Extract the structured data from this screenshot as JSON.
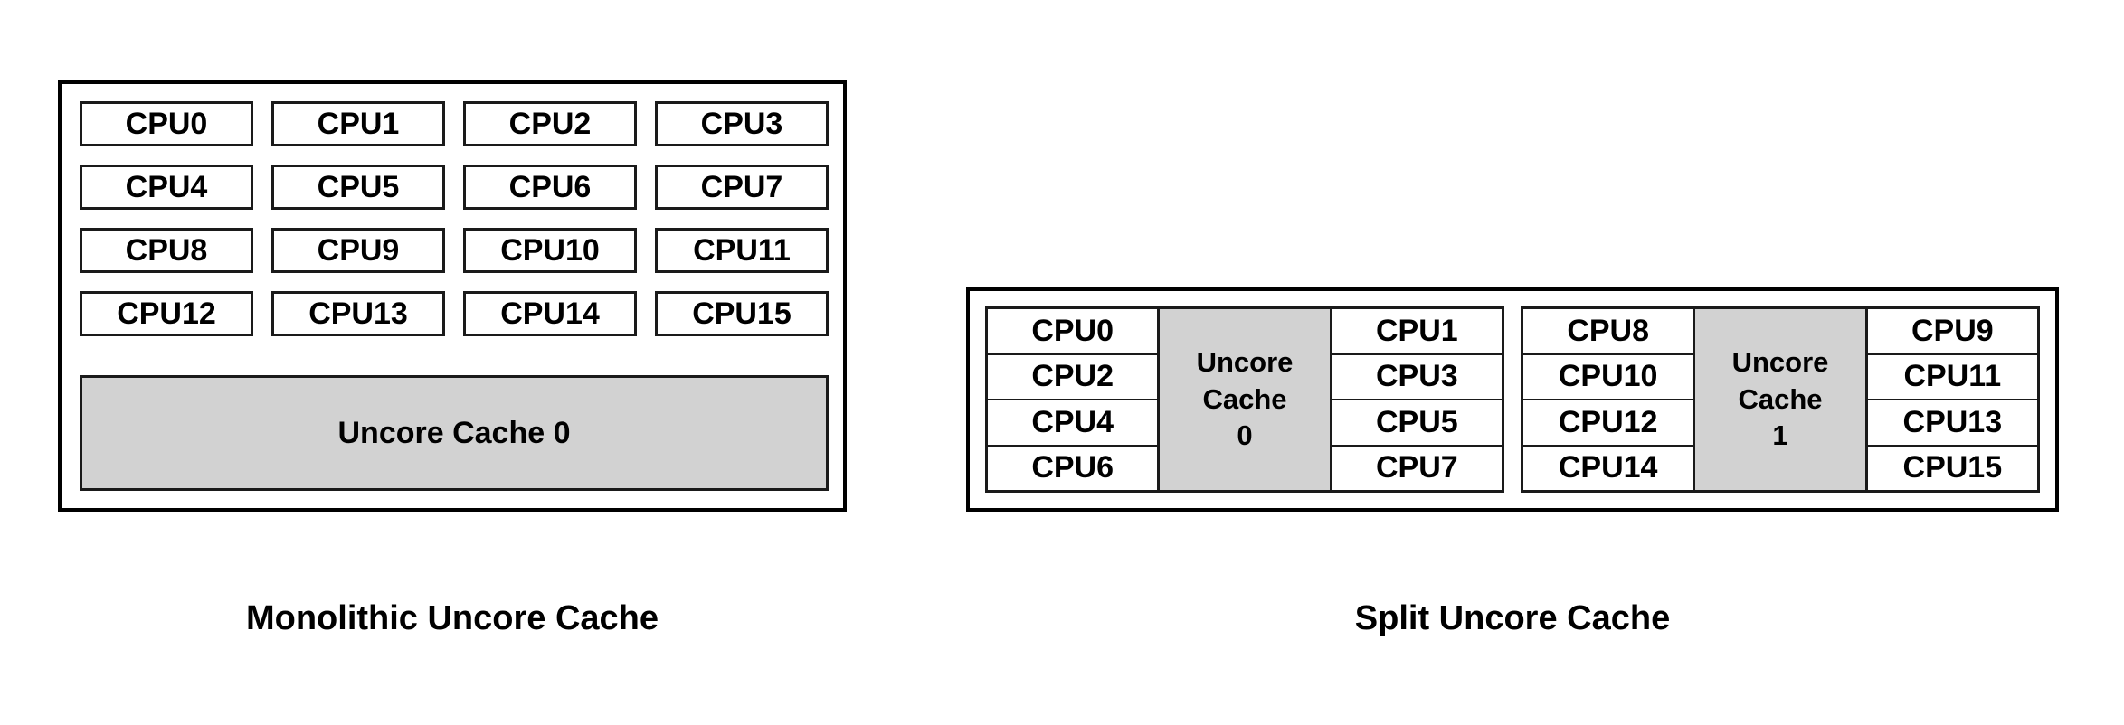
{
  "diagram": {
    "title_left": "Monolithic Uncore Cache",
    "title_right": "Split Uncore Cache",
    "colors": {
      "cache_fill": "#d2d2d2",
      "border": "#1a1a1a",
      "outer_border": "#000000",
      "background": "#ffffff",
      "text": "#000000"
    }
  },
  "monolithic": {
    "caption": "Monolithic Uncore Cache",
    "cpu_grid": {
      "columns": 4,
      "rows": 4,
      "cells": [
        "CPU0",
        "CPU1",
        "CPU2",
        "CPU3",
        "CPU4",
        "CPU5",
        "CPU6",
        "CPU7",
        "CPU8",
        "CPU9",
        "CPU10",
        "CPU11",
        "CPU12",
        "CPU13",
        "CPU14",
        "CPU15"
      ]
    },
    "uncore_cache": {
      "label": "Uncore Cache 0"
    }
  },
  "split": {
    "caption": "Split Uncore Cache",
    "clusters": [
      {
        "left_column": [
          "CPU0",
          "CPU2",
          "CPU4",
          "CPU6"
        ],
        "cache": {
          "line1": "Uncore",
          "line2": "Cache",
          "line3": "0"
        },
        "right_column": [
          "CPU1",
          "CPU3",
          "CPU5",
          "CPU7"
        ]
      },
      {
        "left_column": [
          "CPU8",
          "CPU10",
          "CPU12",
          "CPU14"
        ],
        "cache": {
          "line1": "Uncore",
          "line2": "Cache",
          "line3": "1"
        },
        "right_column": [
          "CPU9",
          "CPU11",
          "CPU13",
          "CPU15"
        ]
      }
    ]
  }
}
